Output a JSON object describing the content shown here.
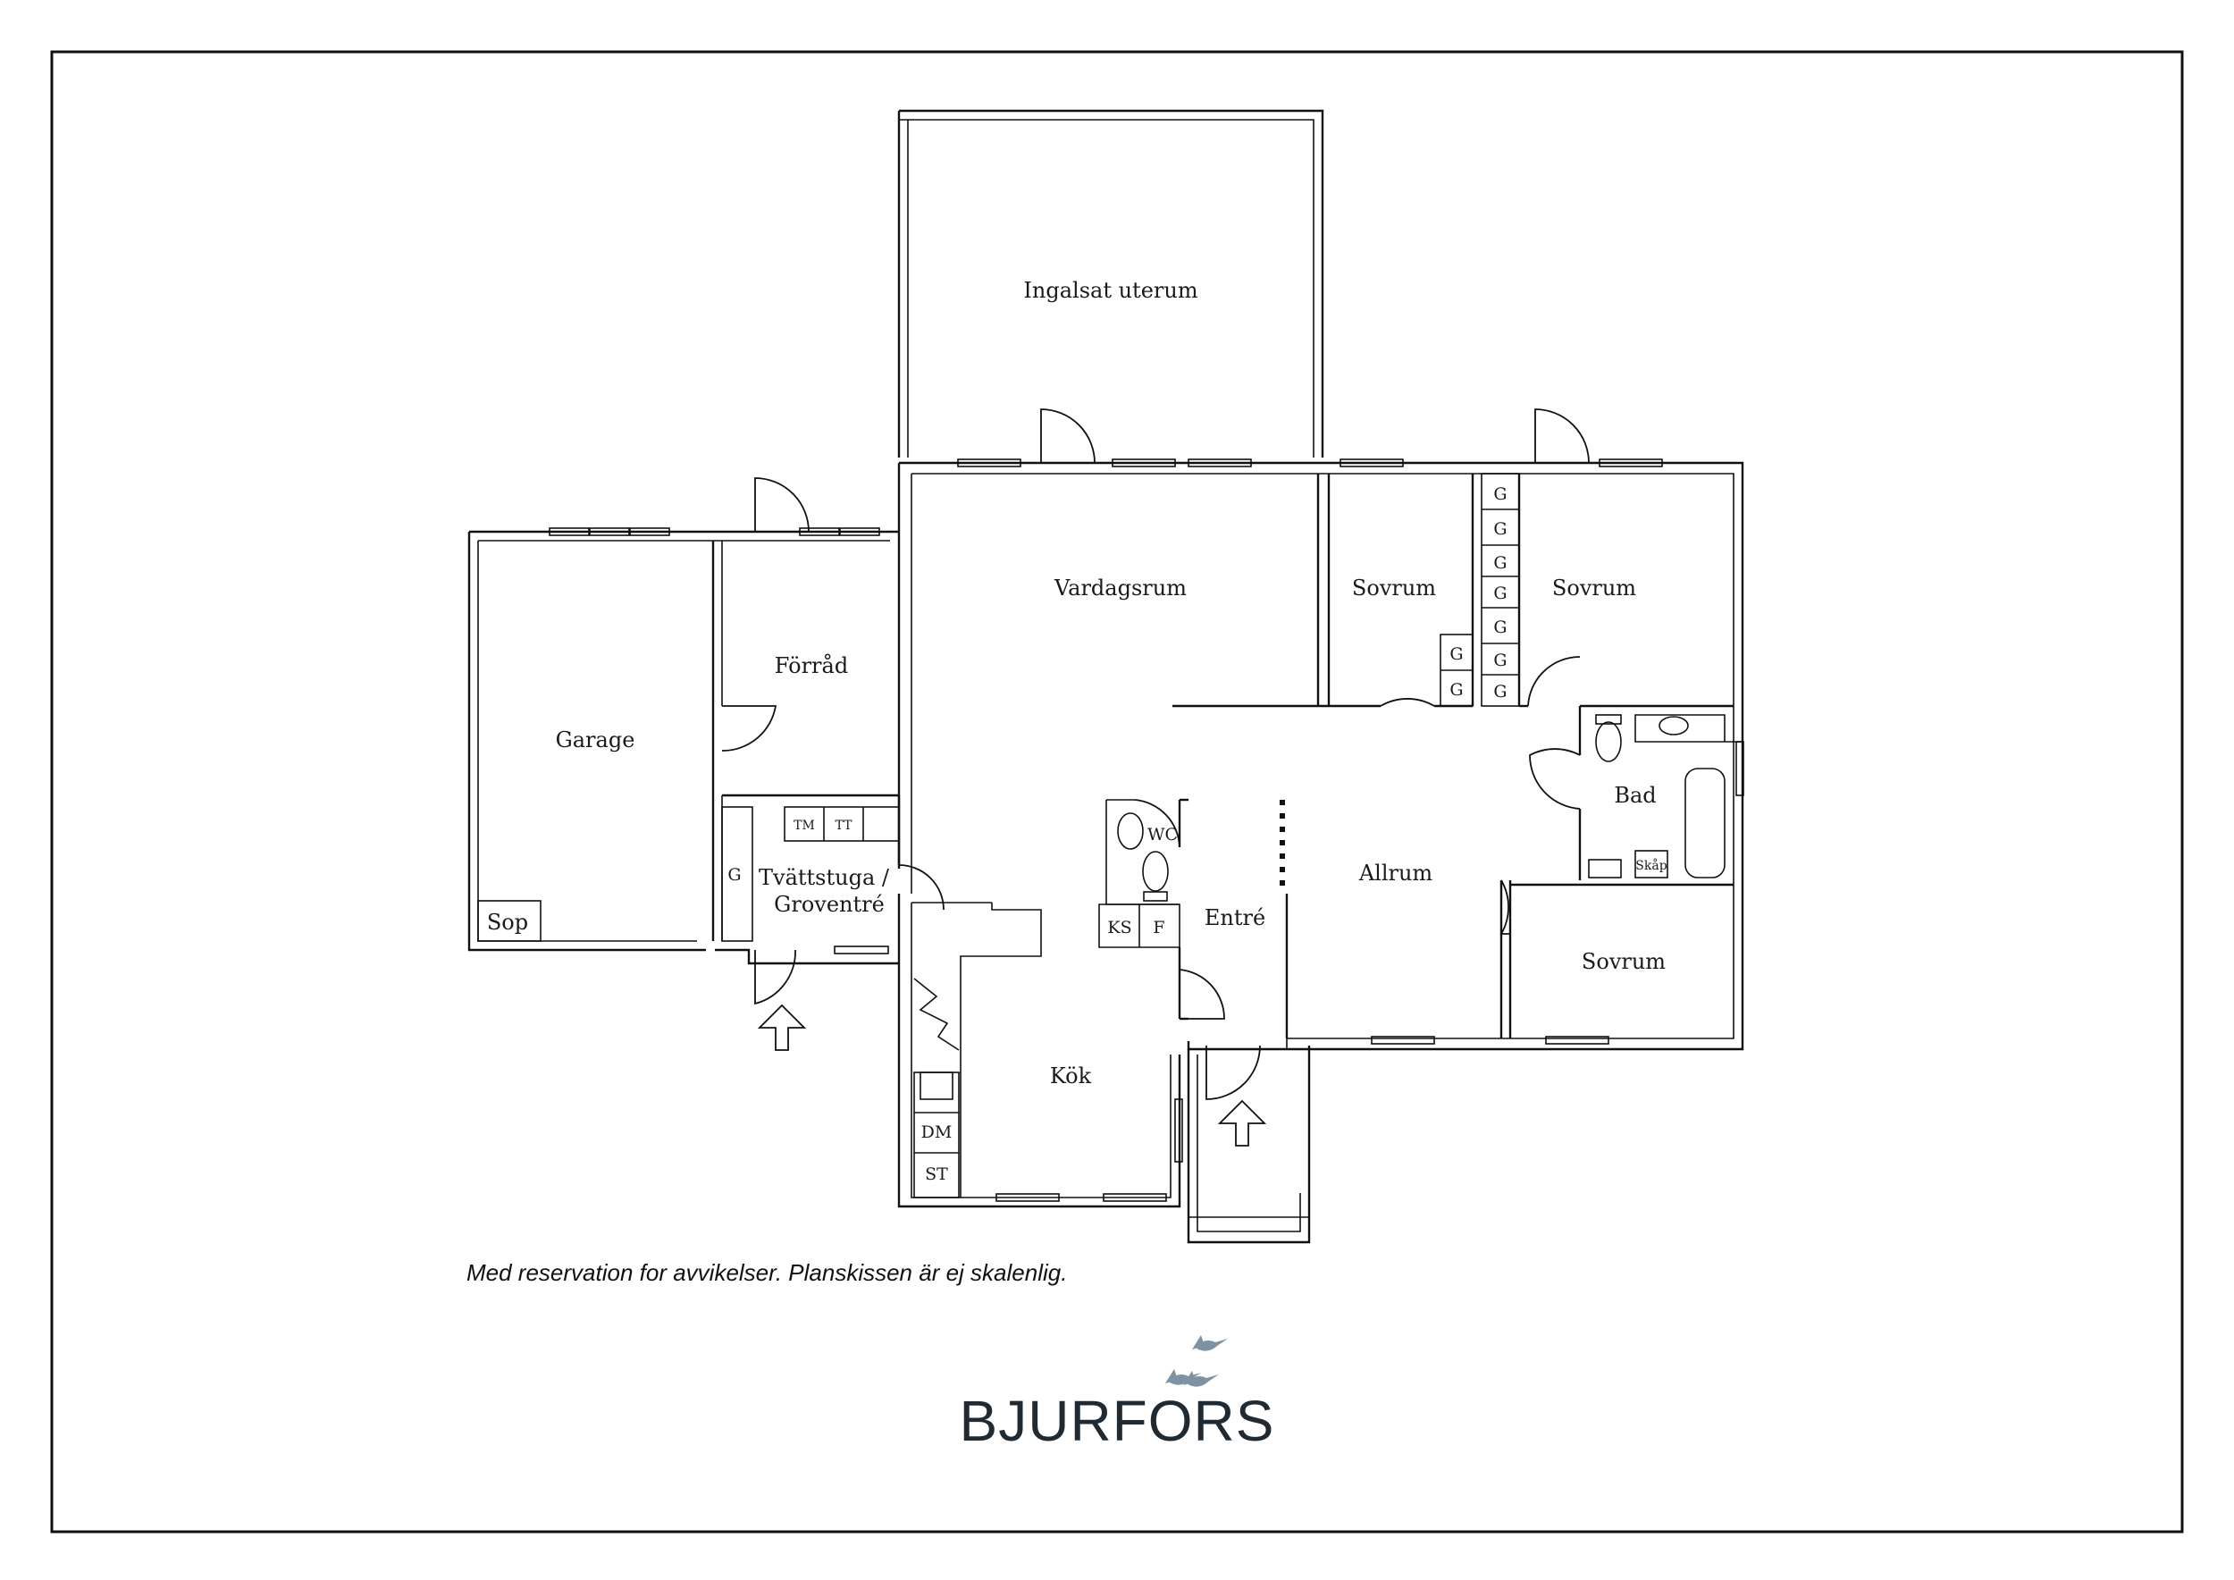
{
  "rooms": {
    "uterum": "Ingalsat uterum",
    "vardagsrum": "Vardagsrum",
    "sovrum_1": "Sovrum",
    "sovrum_2": "Sovrum",
    "sovrum_3": "Sovrum",
    "forrad": "Förråd",
    "garage": "Garage",
    "sop": "Sop",
    "tvattstuga_line1": "Tvättstuga /",
    "tvattstuga_line2": "Groventré",
    "wc": "WC",
    "entre": "Entré",
    "allrum": "Allrum",
    "bad": "Bad",
    "kok": "Kök"
  },
  "fixtures": {
    "g": "G",
    "tm": "TM",
    "tt": "TT",
    "ks": "KS",
    "f": "F",
    "dm": "DM",
    "st": "ST",
    "skap": "Skåp"
  },
  "disclaimer": "Med reservation for avvikelser. Planskissen är ej skalenlig.",
  "brand": {
    "name": "BJURFORS",
    "logo_color": "#7d93a3"
  }
}
